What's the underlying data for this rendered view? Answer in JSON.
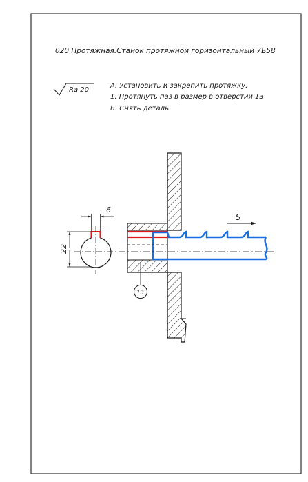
{
  "header": {
    "operation_title": "020  Протяжная.Станок протяжной горизонтальный 7Б58"
  },
  "roughness": {
    "label": "Ra 20"
  },
  "steps": [
    "А. Установить и закрепить протяжку.",
    "1. Протянуть паз в размер в отверстии 13",
    "Б. Снять деталь."
  ],
  "dimensions": {
    "slot_width": "6",
    "bore_size": "22",
    "surface_ref": "13",
    "feed_direction": "S"
  },
  "colors": {
    "line": "#1a1a1a",
    "processed_surface": "#e01a1a",
    "tool": "#1a6fe0",
    "border": "#333333"
  }
}
